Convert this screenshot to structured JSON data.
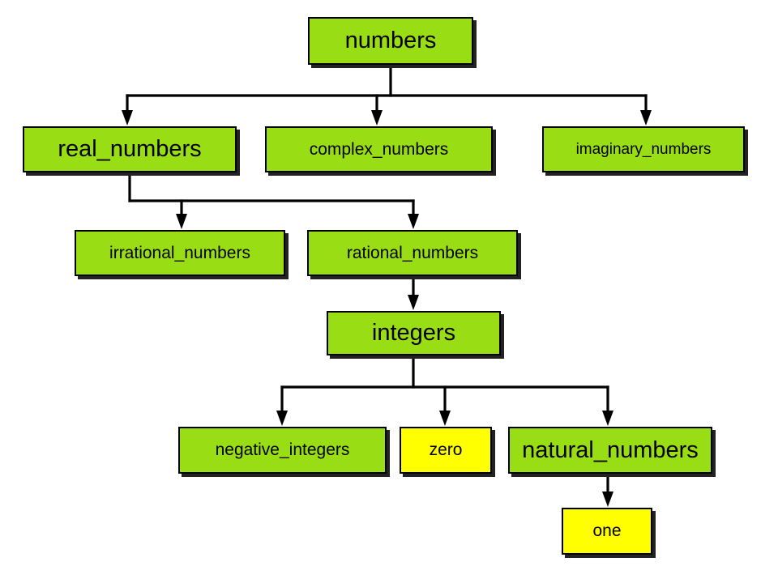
{
  "colors": {
    "node_green": "#99dd14",
    "node_yellow": "#ffff00",
    "border": "#000000",
    "connector": "#000000"
  },
  "nodes": {
    "numbers": "numbers",
    "real_numbers": "real_numbers",
    "complex_numbers": "complex_numbers",
    "imaginary_numbers": "imaginary_numbers",
    "irrational_numbers": "irrational_numbers",
    "rational_numbers": "rational_numbers",
    "integers": "integers",
    "negative_integers": "negative_integers",
    "zero": "zero",
    "natural_numbers": "natural_numbers",
    "one": "one"
  },
  "edges": [
    [
      "numbers",
      "real_numbers"
    ],
    [
      "numbers",
      "complex_numbers"
    ],
    [
      "numbers",
      "imaginary_numbers"
    ],
    [
      "real_numbers",
      "irrational_numbers"
    ],
    [
      "real_numbers",
      "rational_numbers"
    ],
    [
      "rational_numbers",
      "integers"
    ],
    [
      "integers",
      "negative_integers"
    ],
    [
      "integers",
      "zero"
    ],
    [
      "integers",
      "natural_numbers"
    ],
    [
      "natural_numbers",
      "one"
    ]
  ]
}
